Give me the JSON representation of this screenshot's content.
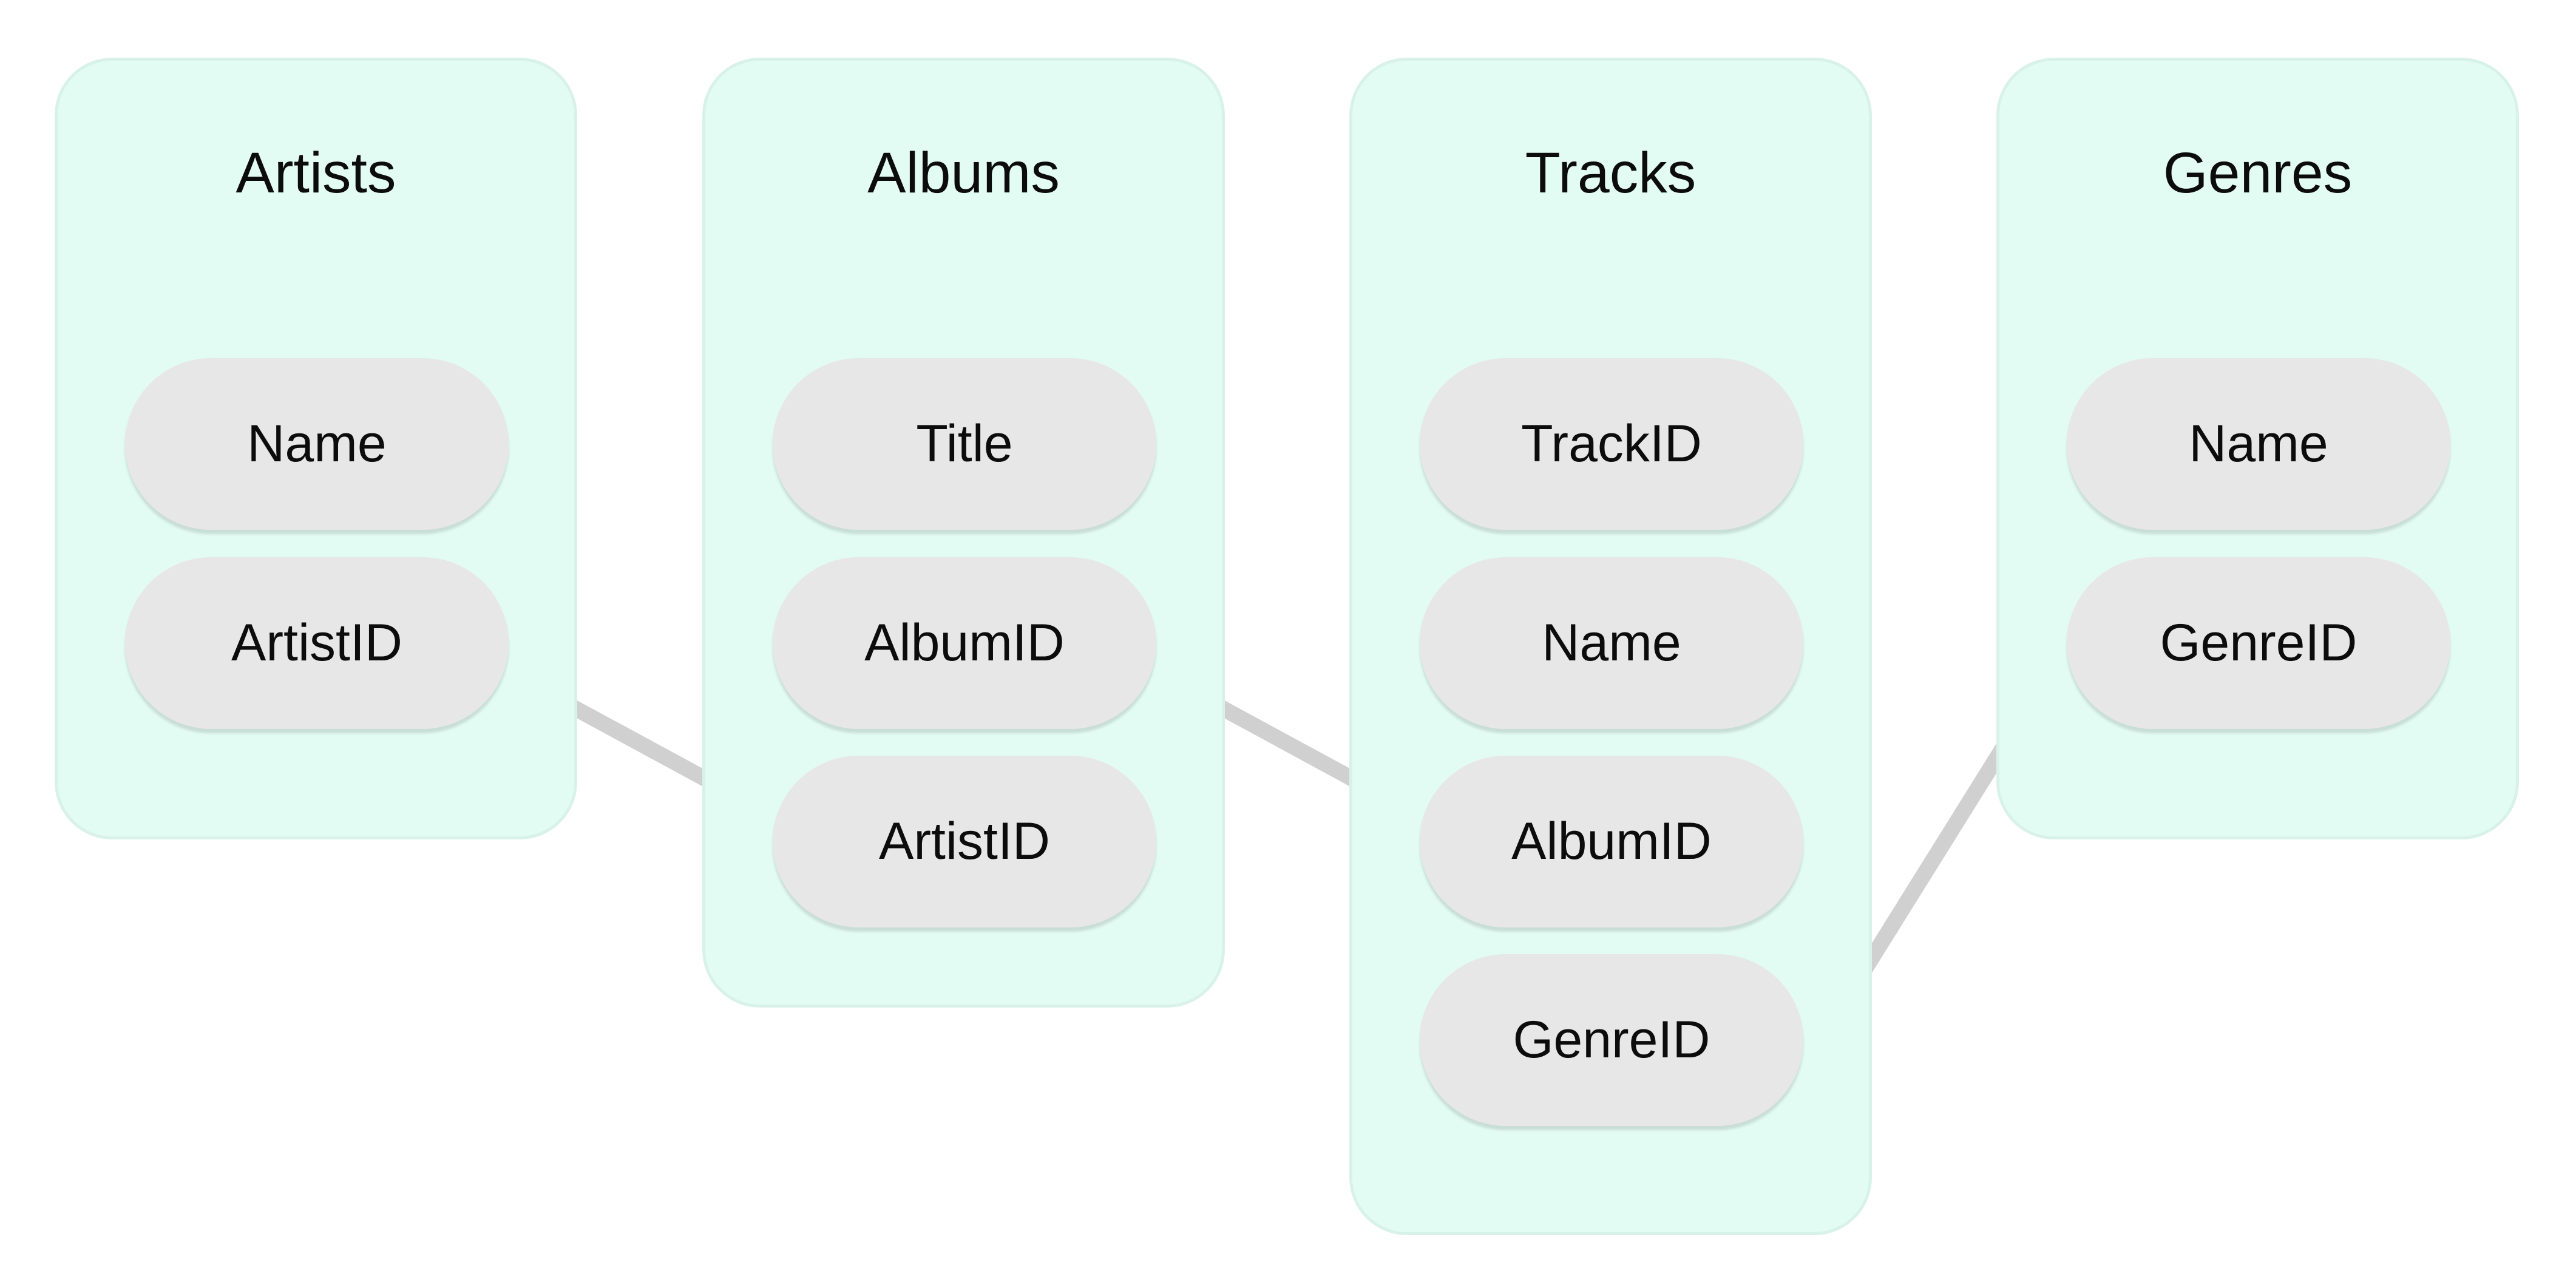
{
  "colors": {
    "card_fill": "#e3fcf3",
    "card_border": "#d9f2e9",
    "pill_fill": "#e7e7e7",
    "connector": "#d0d0d0",
    "text": "#0c0c0c"
  },
  "tables": [
    {
      "id": "artists",
      "title": "Artists",
      "fields": [
        {
          "id": "name",
          "label": "Name"
        },
        {
          "id": "artistid",
          "label": "ArtistID"
        }
      ]
    },
    {
      "id": "albums",
      "title": "Albums",
      "fields": [
        {
          "id": "title",
          "label": "Title"
        },
        {
          "id": "albumid",
          "label": "AlbumID"
        },
        {
          "id": "artistid",
          "label": "ArtistID"
        }
      ]
    },
    {
      "id": "tracks",
      "title": "Tracks",
      "fields": [
        {
          "id": "trackid",
          "label": "TrackID"
        },
        {
          "id": "name",
          "label": "Name"
        },
        {
          "id": "albumid",
          "label": "AlbumID"
        },
        {
          "id": "genreid",
          "label": "GenreID"
        }
      ]
    },
    {
      "id": "genres",
      "title": "Genres",
      "fields": [
        {
          "id": "name",
          "label": "Name"
        },
        {
          "id": "genreid",
          "label": "GenreID"
        }
      ]
    }
  ],
  "relationships": [
    {
      "from": "artists.artistid",
      "to": "albums.artistid"
    },
    {
      "from": "albums.albumid",
      "to": "tracks.albumid"
    },
    {
      "from": "tracks.genreid",
      "to": "genres.genreid"
    }
  ]
}
